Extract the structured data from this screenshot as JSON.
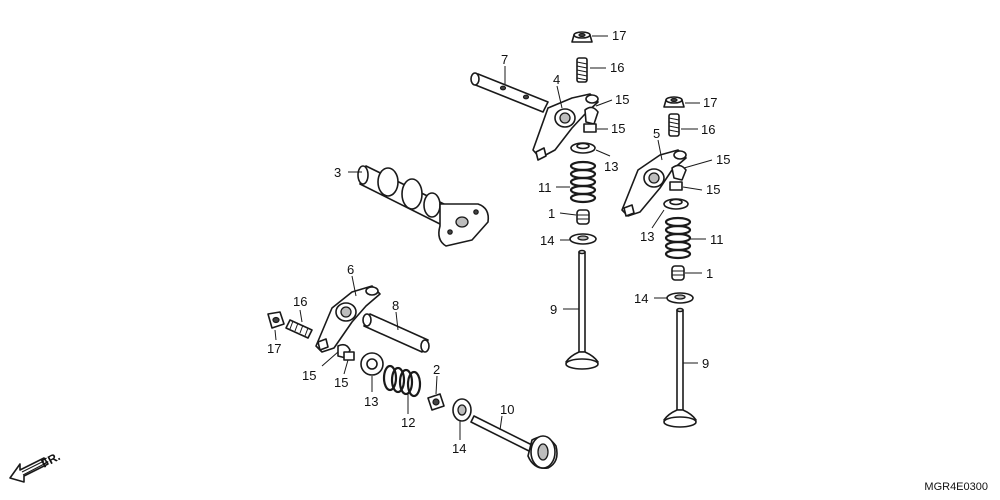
{
  "diagram": {
    "callouts": [
      {
        "id": "c17a",
        "text": "17"
      },
      {
        "id": "c16a",
        "text": "16"
      },
      {
        "id": "c7",
        "text": "7"
      },
      {
        "id": "c4",
        "text": "4"
      },
      {
        "id": "c15a",
        "text": "15"
      },
      {
        "id": "c15b",
        "text": "15"
      },
      {
        "id": "c17b",
        "text": "17"
      },
      {
        "id": "c16b",
        "text": "16"
      },
      {
        "id": "c5",
        "text": "5"
      },
      {
        "id": "c13a",
        "text": "13"
      },
      {
        "id": "c15c",
        "text": "15"
      },
      {
        "id": "c15d",
        "text": "15"
      },
      {
        "id": "c3",
        "text": "3"
      },
      {
        "id": "c11a",
        "text": "11"
      },
      {
        "id": "c1a",
        "text": "1"
      },
      {
        "id": "c13b",
        "text": "13"
      },
      {
        "id": "c11b",
        "text": "11"
      },
      {
        "id": "c14a",
        "text": "14"
      },
      {
        "id": "c1b",
        "text": "1"
      },
      {
        "id": "c6",
        "text": "6"
      },
      {
        "id": "c14b",
        "text": "14"
      },
      {
        "id": "c16c",
        "text": "16"
      },
      {
        "id": "c9a",
        "text": "9"
      },
      {
        "id": "c8",
        "text": "8"
      },
      {
        "id": "c17c",
        "text": "17"
      },
      {
        "id": "c9b",
        "text": "9"
      },
      {
        "id": "c2",
        "text": "2"
      },
      {
        "id": "c15e",
        "text": "15"
      },
      {
        "id": "c15f",
        "text": "15"
      },
      {
        "id": "c13c",
        "text": "13"
      },
      {
        "id": "c10",
        "text": "10"
      },
      {
        "id": "c12",
        "text": "12"
      },
      {
        "id": "c14c",
        "text": "14"
      }
    ],
    "direction_label": "FR.",
    "drawing_code": "MGR4E0300"
  }
}
